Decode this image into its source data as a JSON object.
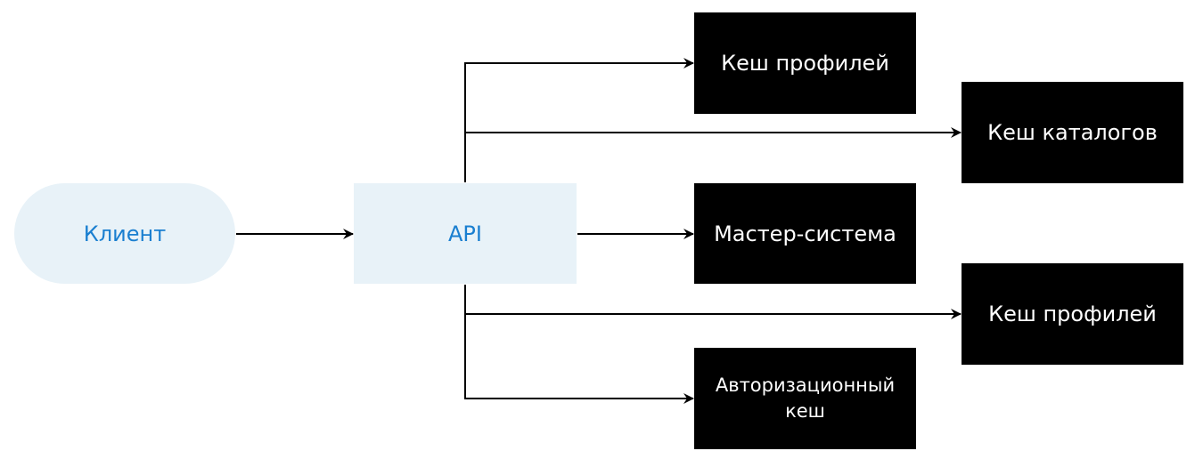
{
  "diagram": {
    "client": {
      "label": "Клиент"
    },
    "api": {
      "label": "API"
    },
    "targets": [
      {
        "id": "profiles-cache-top",
        "label": "Кеш профилей"
      },
      {
        "id": "catalog-cache",
        "label": "Кеш каталогов"
      },
      {
        "id": "master-system",
        "label": "Мастер-система"
      },
      {
        "id": "profiles-cache-bottom",
        "label": "Кеш профилей"
      },
      {
        "id": "auth-cache",
        "label": "Авторизационный\nкеш"
      }
    ]
  },
  "colors": {
    "dark_node": "#000000",
    "dark_text": "#ffffff",
    "light_node": "#e8f2f8",
    "light_text": "#1a7fd0",
    "edge": "#000000"
  }
}
